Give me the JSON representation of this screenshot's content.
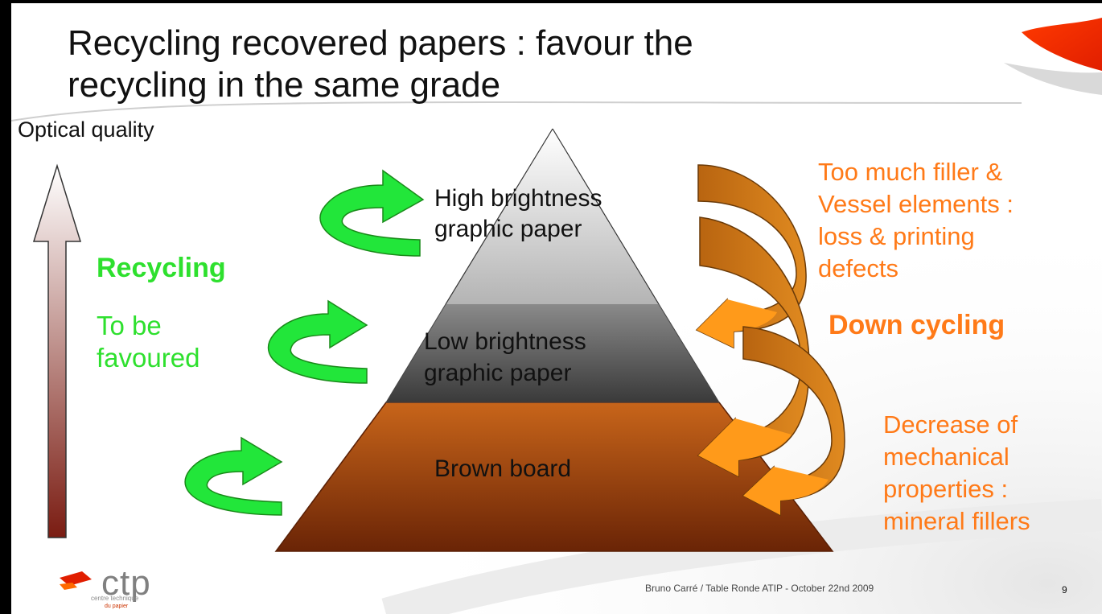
{
  "slide": {
    "title": "Recycling recovered papers : favour the\nrecycling in the same grade",
    "y_axis_label": "Optical quality",
    "pyramid": {
      "top_label": "High brightness\ngraphic paper",
      "middle_label": "Low brightness\ngraphic paper",
      "bottom_label": "Brown board"
    },
    "left_side": {
      "heading": "Recycling",
      "subtext": "To be\nfavoured"
    },
    "right_side": {
      "filler_text": "Too much filler &\nVessel elements :\nloss & printing\ndefects",
      "heading": "Down cycling",
      "decrease_text": "Decrease of\nmechanical\nproperties :\nmineral fillers"
    },
    "footer": "Bruno Carré / Table Ronde ATIP -  October 22nd 2009",
    "page_number": "9",
    "logo": {
      "wordmark": "ctp",
      "subtitle_line1": "centre technique",
      "subtitle_line2": "du papier"
    },
    "colors": {
      "green_text": "#2ee02e",
      "orange_text": "#ff7a18",
      "brown_board": "#8a3508",
      "arrow_green": "#22e63a",
      "arrow_orange": "#ff9a1a"
    }
  }
}
